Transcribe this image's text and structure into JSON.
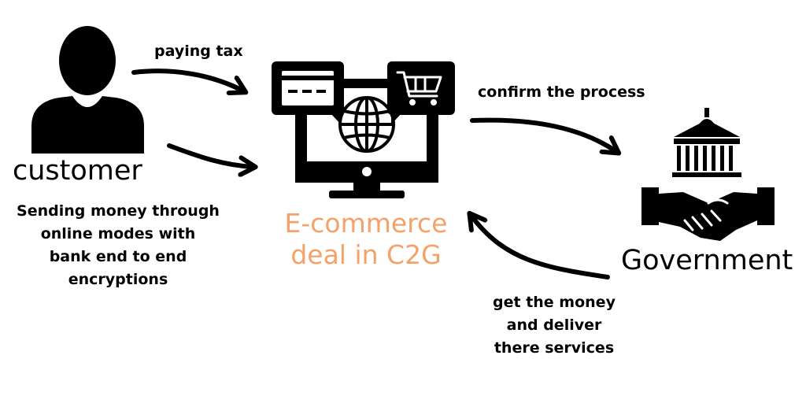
{
  "diagram": {
    "customer": {
      "title": "customer",
      "description_lines": [
        "Sending money  through",
        "online modes with",
        "bank end to end",
        "encryptions"
      ],
      "icon": "person-icon"
    },
    "center": {
      "title_lines": [
        "E-commerce",
        "deal in C2G"
      ],
      "title_color": "#F5A26A",
      "icons": [
        "monitor-icon",
        "credit-card-icon",
        "shopping-cart-icon",
        "globe-icon"
      ]
    },
    "government": {
      "title": "Government",
      "icons": [
        "government-building-icon",
        "handshake-icon"
      ]
    },
    "arrows": {
      "paying_tax": "paying tax",
      "confirm": "confirm the process",
      "return_lines": [
        "get the money",
        "and deliver",
        "there services"
      ]
    }
  }
}
